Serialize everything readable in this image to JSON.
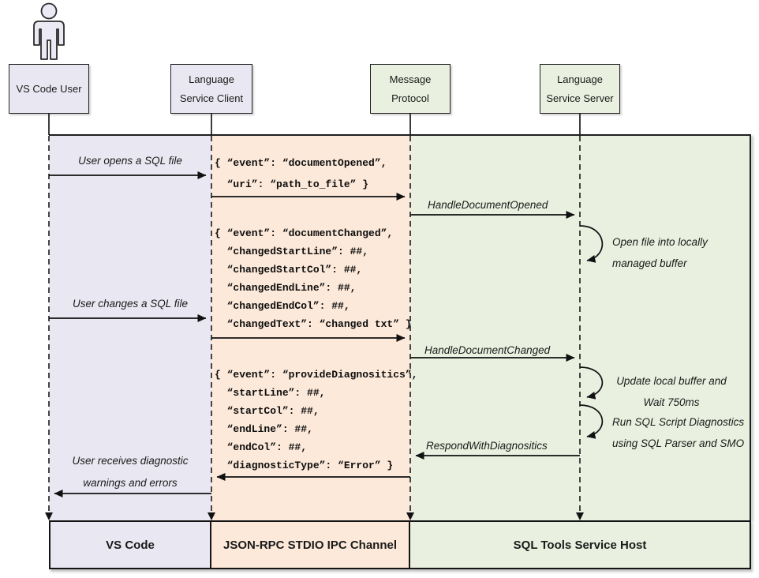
{
  "actors": [
    {
      "line1": "VS Code User",
      "line2": ""
    },
    {
      "line1": "Language",
      "line2": "Service Client"
    },
    {
      "line1": "Message",
      "line2": "Protocol"
    },
    {
      "line1": "Language",
      "line2": "Service Server"
    }
  ],
  "messages": {
    "open_file": "User opens a SQL file",
    "doc_opened_json": "{ “event”: “documentOpened”,\n  “uri”: “path_to_file” }",
    "handle_doc_opened": "HandleDocumentOpened",
    "note_open_buffer": "Open file into locally\nmanaged buffer",
    "change_file": "User changes a SQL file",
    "doc_changed_json": "{ “event”: “documentChanged”,\n  “changedStartLine”: ##,\n  “changedStartCol”: ##,\n  “changedEndLine”: ##,\n  “changedEndCol”: ##,\n  “changedText”: “changed txt” }",
    "handle_doc_changed": "HandleDocumentChanged",
    "note_update_buffer": "Update local buffer and\nWait 750ms",
    "note_run_diagnostics": "Run SQL Script Diagnostics\nusing SQL Parser and SMO",
    "respond_with_diagnostics": "RespondWithDiagnositics",
    "provide_diagnostics_json": "{ “event”: “provideDiagnositics”,\n  “startLine”: ##,\n  “startCol”: ##,\n  “endLine”: ##,\n  “endCol”: ##,\n  “diagnosticType”: “Error” }",
    "receive_diagnostics": "User receives diagnostic\nwarnings and errors"
  },
  "lanes": {
    "vscode": "VS Code",
    "ipc_channel": "JSON-RPC STDIO IPC Channel",
    "service_host": "SQL Tools Service Host"
  },
  "colors": {
    "lavender": "#e9e8f2",
    "peach": "#fce9da",
    "green": "#e9f0df",
    "line": "#1a1a1a"
  }
}
